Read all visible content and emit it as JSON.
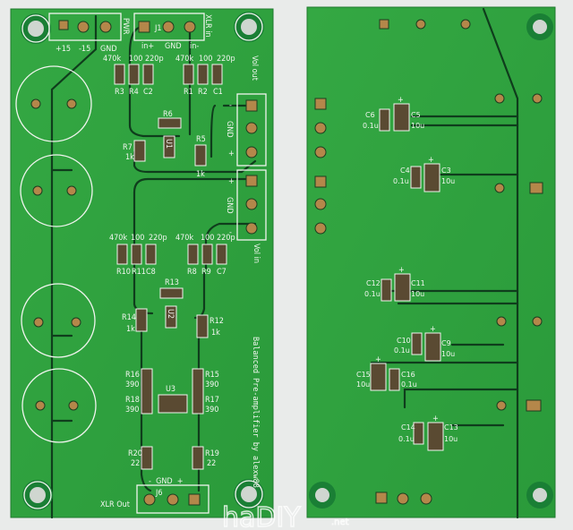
{
  "colors": {
    "board": "#2ea33f",
    "silkscreen": "#f2f6f0",
    "copper": "#b4874a",
    "background": "#e9ebea"
  },
  "watermark": "haDIY.net",
  "left_board": {
    "power": {
      "label": "PWR",
      "pins": [
        "+15",
        "-15",
        "GND"
      ]
    },
    "xlr_in": {
      "ref": "J1",
      "label": "XLR in",
      "pins": [
        "in+",
        "GND",
        "in-"
      ]
    },
    "top_values_a": [
      "470k",
      "100",
      "220p"
    ],
    "top_refs_a": [
      "R3",
      "R4",
      "C2"
    ],
    "top_values_b": [
      "470k",
      "100",
      "220p"
    ],
    "top_refs_b": [
      "R1",
      "R2",
      "C1"
    ],
    "vol_out": {
      "label": "Vol out",
      "gnd": "GND",
      "plus": "+",
      "minus": "-"
    },
    "u1_area": {
      "r6": "R6",
      "r7": "R7",
      "r7_val": "1k",
      "u1": "U1",
      "r5": "R5",
      "r5_val": "1k"
    },
    "vol_in": {
      "label": "Vol in",
      "gnd": "GND",
      "plus": "+",
      "minus": "-"
    },
    "mid_values_a": [
      "470k",
      "100",
      "220p"
    ],
    "mid_refs_a": [
      "R10",
      "R11",
      "C8"
    ],
    "mid_values_b": [
      "470k",
      "100",
      "220p"
    ],
    "mid_refs_b": [
      "R8",
      "R9",
      "C7"
    ],
    "u2_area": {
      "r13": "R13",
      "r14": "R14",
      "r14_val": "1k",
      "u2": "U2",
      "r12": "R12",
      "r12_val": "1k"
    },
    "u3_area": {
      "r16": "R16",
      "r16_val": "390",
      "r18": "R18",
      "r18_val": "390",
      "u3": "U3",
      "r15": "R15",
      "r15_val": "390",
      "r17": "R17",
      "r17_val": "390"
    },
    "out_resistors": {
      "r20": "R20",
      "r20_val": "22",
      "r19": "R19",
      "r19_val": "22"
    },
    "xlr_out": {
      "pins_label": "-  GND  +",
      "ref": "J6",
      "label": "XLR Out"
    },
    "title": "Balanced Pre-amplifier by alexw88"
  },
  "right_board": {
    "caps": [
      {
        "small": "C6",
        "small_val": "0.1u",
        "big": "C5",
        "big_val": "10u"
      },
      {
        "small": "C4",
        "small_val": "0.1u",
        "big": "C3",
        "big_val": "10u"
      },
      {
        "small": "C12",
        "small_val": "0.1u",
        "big": "C11",
        "big_val": "10u"
      },
      {
        "small": "C10",
        "small_val": "0.1u",
        "big": "C9",
        "big_val": "10u"
      },
      {
        "small": "C16",
        "small_val": "0.1u",
        "big": "C15",
        "big_val": "10u"
      },
      {
        "small": "C14",
        "small_val": "0.1u",
        "big": "C13",
        "big_val": "10u"
      }
    ],
    "plus": "+"
  }
}
